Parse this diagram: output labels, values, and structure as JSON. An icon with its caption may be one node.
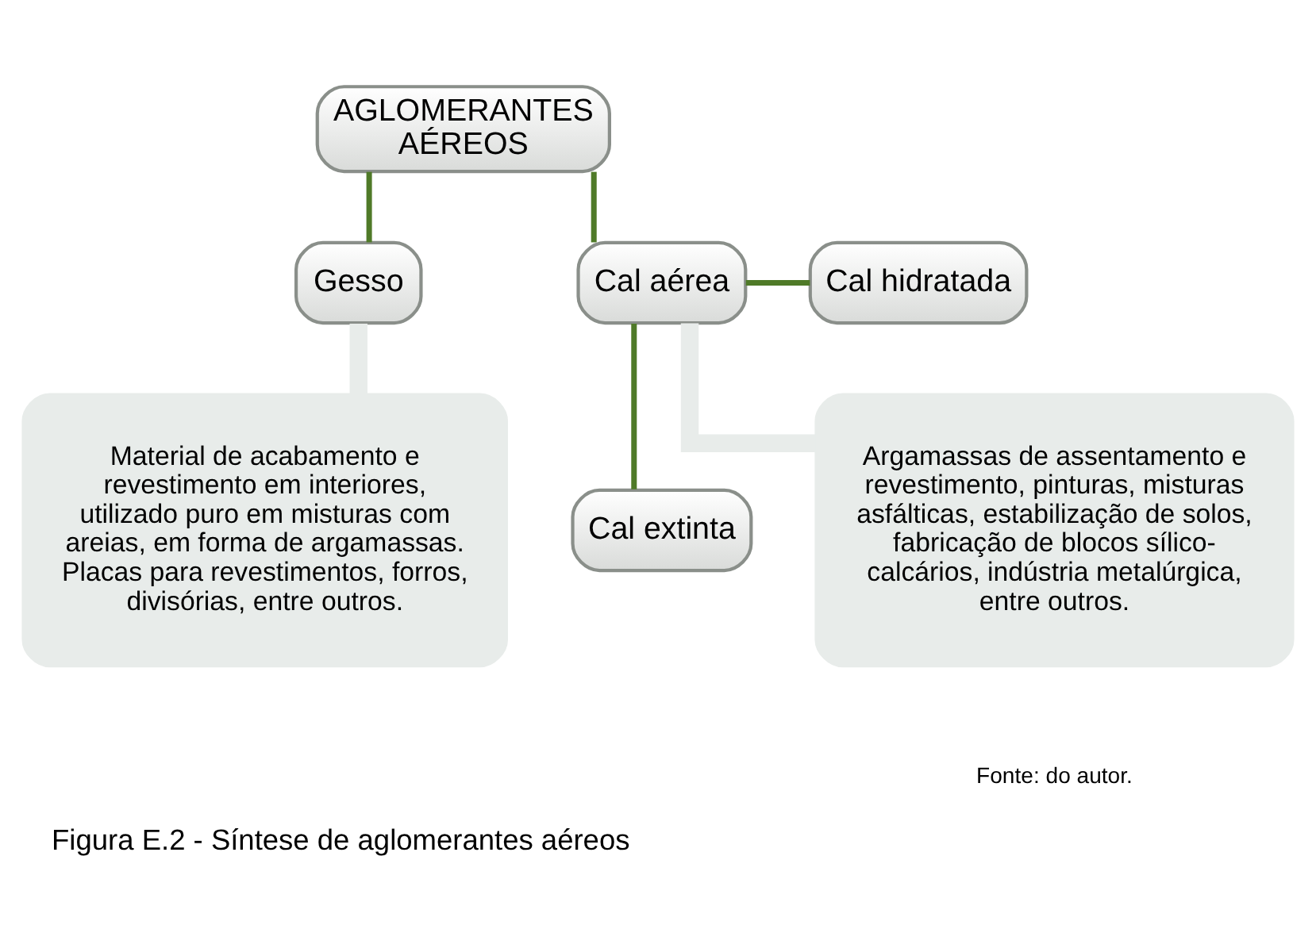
{
  "diagram": {
    "caption": "Figura E.2 - Síntese de aglomerantes aéreos",
    "nodes": [
      {
        "text": [
          "AGLOMERANTES AÉREOS"
        ]
      },
      {
        "text": [
          "Gesso"
        ]
      },
      {
        "text": [
          "Cal aérea"
        ]
      },
      {
        "text": [
          "Cal hidratada"
        ]
      },
      {
        "text": [
          "Cal extinta"
        ]
      },
      {
        "text": [
          "Material de acabamento e revestimento em interiores, utilizado puro em misturas com areias, em forma de argamassas. Placas para revestimentos, forros, divisórias, entre outros."
        ]
      },
      {
        "text": [
          "Argamassas de assentamento e revestimento, pinturas, misturas asfálticas, estabilização de solos, fabricação de blocos sílico-calcários, indústria metalúrgica, entre outros."
        ]
      }
    ],
    "edges": [
      {
        "from": 0,
        "to": 1,
        "arrow": "none"
      },
      {
        "from": 0,
        "to": 2,
        "arrow": "none"
      },
      {
        "from": 2,
        "to": 3,
        "arrow": "none"
      },
      {
        "from": 2,
        "to": 4,
        "arrow": "none"
      },
      {
        "from": 1,
        "to": 5,
        "arrow": "none",
        "style": "thick",
        "color": "#e8ecea"
      },
      {
        "from": 2,
        "to": 6,
        "arrow": "none",
        "style": "thick",
        "color": "#e8ecea"
      }
    ],
    "labels": [
      "Fonte: do autor."
    ]
  }
}
